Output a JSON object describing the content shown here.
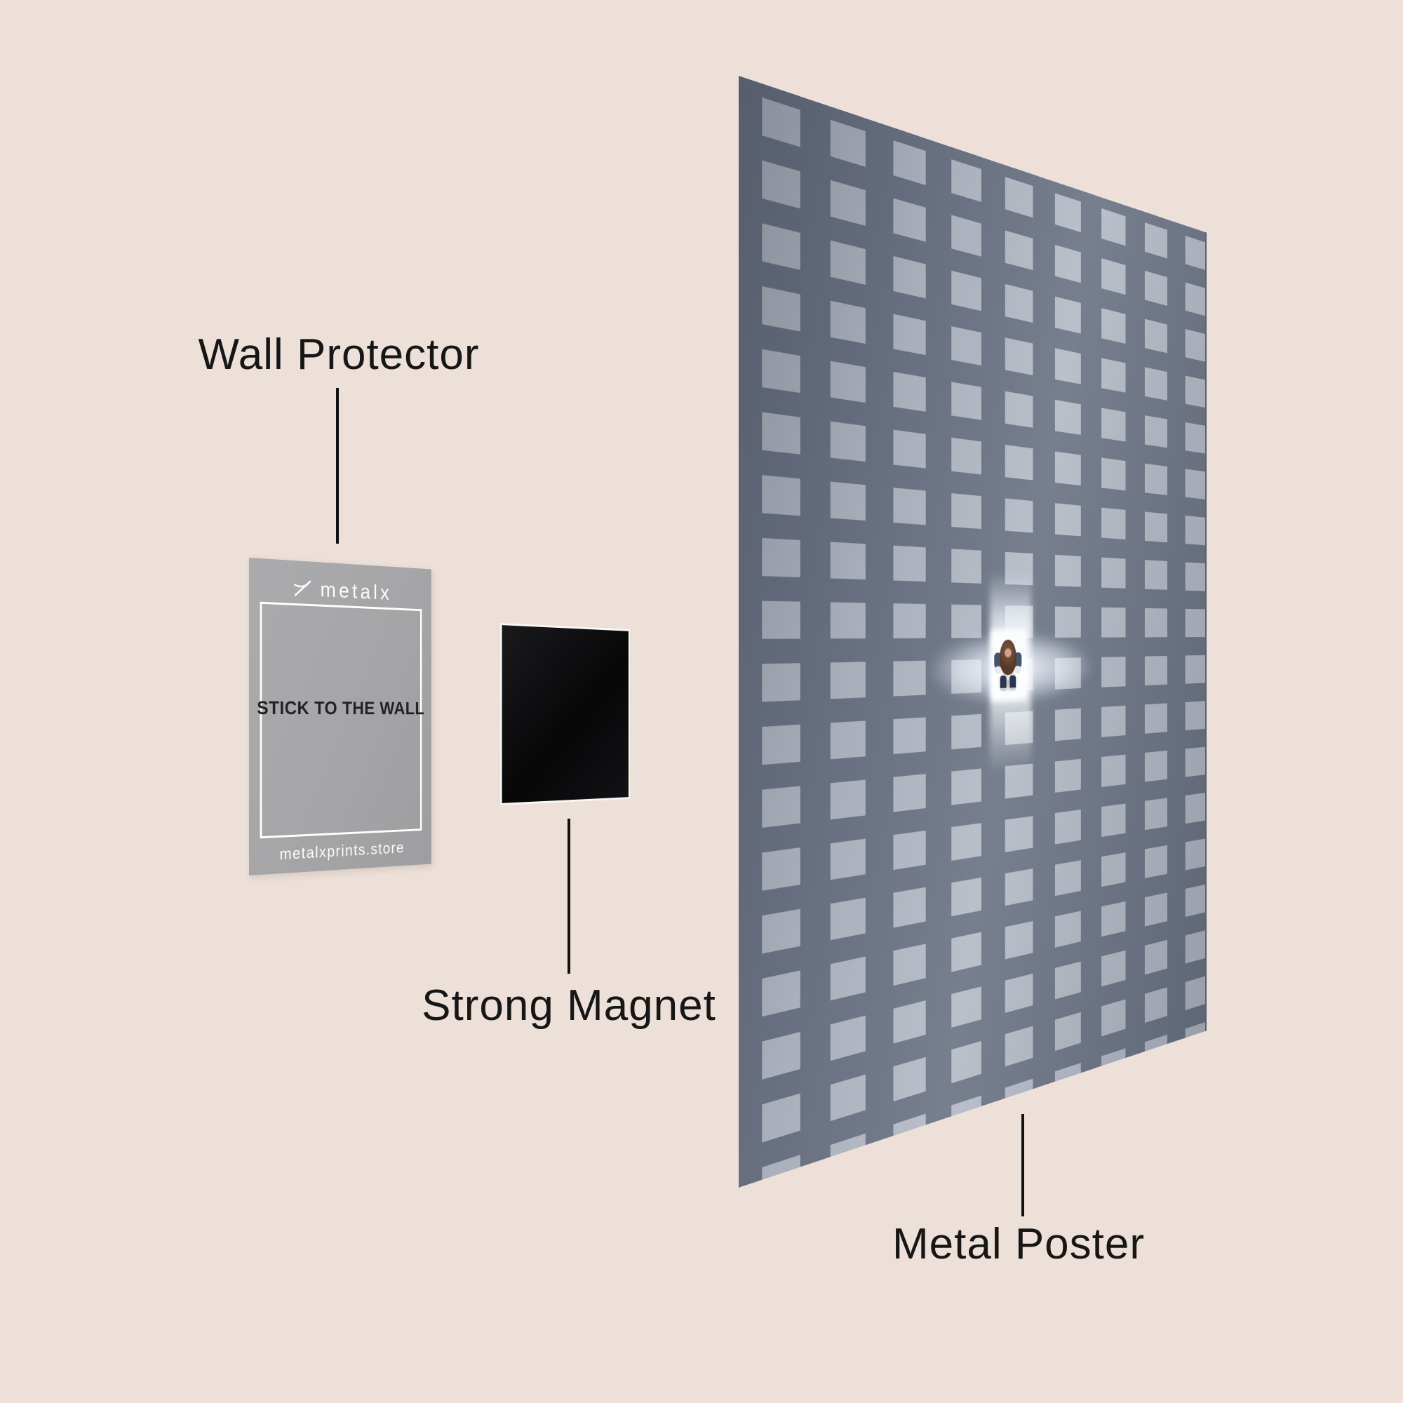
{
  "page": {
    "background_color": "#ece0d8",
    "label_text_color": "#161616"
  },
  "labels": {
    "wall_protector": "Wall Protector",
    "strong_magnet": "Strong Magnet",
    "metal_poster": "Metal Poster"
  },
  "card": {
    "brand": "metalx",
    "message": "STICK TO THE WALL",
    "website": "metalxprints.store",
    "bg_color": "#a5a5a7",
    "frame_color": "#ffffff"
  },
  "magnet": {
    "color": "#0a0a0c",
    "edge_color": "#faf6f1"
  },
  "poster": {
    "description": "Metal print of an aerial photo: a girl with long brown hair seen from above in a brightly lit window of a dark building facade window grid",
    "wall_color": "#6f7788",
    "window_color": "#b6bcc7",
    "glow_color": "#f8fcff"
  }
}
